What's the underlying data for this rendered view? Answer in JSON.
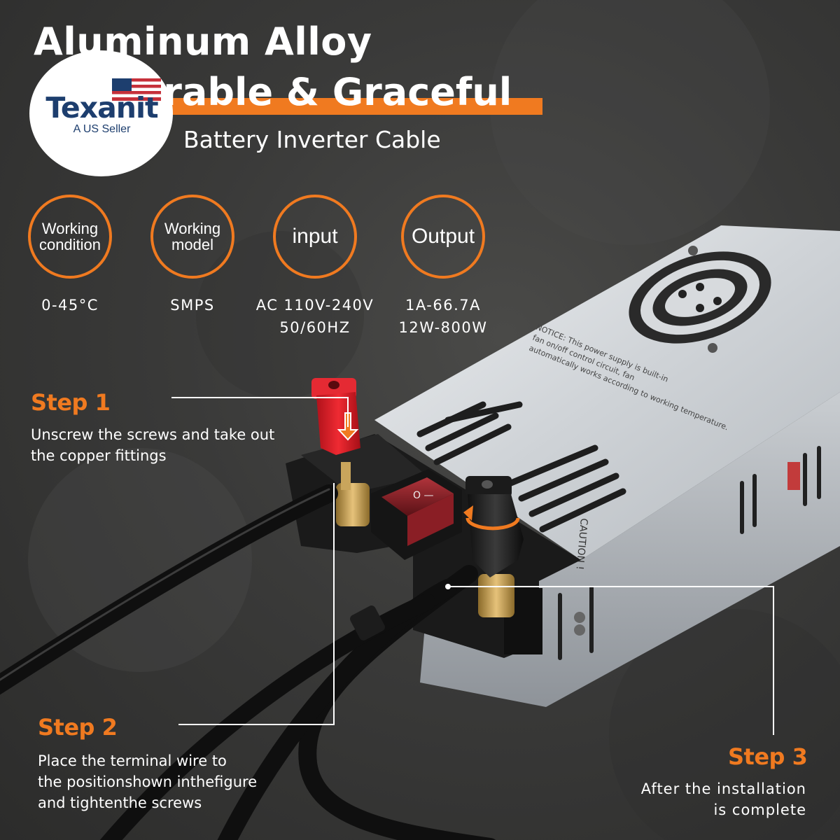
{
  "headline": {
    "line1": "Aluminum Alloy",
    "line2": "Durable & Graceful",
    "subtitle": "Battery Inverter Cable"
  },
  "logo": {
    "name": "Texanit",
    "tagline": "A US Seller"
  },
  "specs": [
    {
      "label": "Working\ncondition",
      "value": "0-45°C"
    },
    {
      "label": "Working\nmodel",
      "value": "SMPS"
    },
    {
      "label": "input",
      "value": "AC 110V-240V\n50/60HZ"
    },
    {
      "label": "Output",
      "value": "1A-66.7A\n12W-800W"
    }
  ],
  "steps": [
    {
      "title": "Step 1",
      "text": "Unscrew the screws and take out\nthe copper fittings"
    },
    {
      "title": "Step 2",
      "text": "Place the terminal wire to\nthe positionshown inthefigure\nand tightenthe screws"
    },
    {
      "title": "Step 3",
      "text": "After the installation\nis complete"
    }
  ],
  "device": {
    "notice_text": "NOTICE: This power supply is built-in fan on/off control circuit, fan automatically works according to working temperature.",
    "caution_text": "CAUTION !",
    "switch_label": "O —"
  },
  "colors": {
    "accent": "#f07a20",
    "background": "#3a3a39",
    "brand_blue": "#1d3e6e",
    "text": "#ffffff"
  }
}
